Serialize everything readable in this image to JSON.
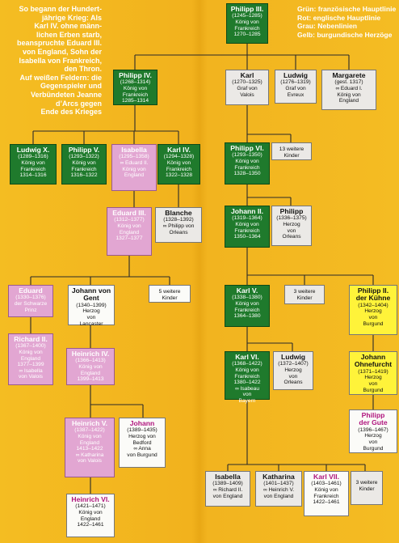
{
  "intro": {
    "lines": [
      "So begann der Hundert-",
      "jährige Krieg: Als",
      "Karl IV. ohne männ-",
      "lichen Erben starb,",
      "beanspruchte Eduard III.",
      "von England, Sohn der",
      "Isabella von Frankreich,",
      "den Thron.",
      "Auf weißen Feldern: die",
      "Gegenspieler und",
      "Verbündeten Jeanne",
      "d’Arcs gegen",
      "Ende des Krieges"
    ]
  },
  "legend": {
    "green": "Grün: französische Hauptlinie",
    "red": "Rot: englische Hauptlinie",
    "gray": "Grau: Nebenlinien",
    "yellow": "Gelb: burgundische Herzöge"
  },
  "people": {
    "philipp3": {
      "name": "Philipp III.",
      "detail": "(1245–1285)\nKönig von\nFrankreich\n1270–1285"
    },
    "karl_valois": {
      "name": "Karl",
      "detail": "(1270–1325)\nGraf von\nValois"
    },
    "ludwig_evreux": {
      "name": "Ludwig",
      "detail": "(1276–1319)\nGraf von\nEvreux"
    },
    "margarete": {
      "name": "Margarete",
      "detail": "(gest. 1317)\n∞ Eduard I.\nKönig von\nEngland"
    },
    "philipp4": {
      "name": "Philipp IV.",
      "detail": "(1268–1314)\nKönig von\nFrankreich\n1285–1314"
    },
    "ludwig10": {
      "name": "Ludwig X.",
      "detail": "(1289–1316)\nKönig von\nFrankreich\n1314–1316"
    },
    "philipp5": {
      "name": "Philipp V.",
      "detail": "(1293–1322)\nKönig von\nFrankreich\n1316–1322"
    },
    "isabella_f": {
      "name": "Isabella",
      "detail": "(1295–1358)\n∞ Eduard II.\nKönig von\nEngland"
    },
    "karl4": {
      "name": "Karl IV.",
      "detail": "(1294–1328)\nKönig von\nFrankreich\n1322–1328"
    },
    "eduard3": {
      "name": "Eduard III.",
      "detail": "(1312–1377)\nKönig von\nEngland\n1327–1377"
    },
    "blanche": {
      "name": "Blanche",
      "detail": "(1328–1392)\n∞ Philipp von\nOrleans"
    },
    "eduard_prinz": {
      "name": "Eduard",
      "detail": "(1330–1376)\nder Schwarze\nPrinz"
    },
    "johann_gent": {
      "name": "Johann von\nGent",
      "detail": "(1340–1399)\nHerzog\nvon\nLancaster"
    },
    "kinder5": {
      "name": "",
      "detail": "5 weitere\nKinder"
    },
    "richard2": {
      "name": "Richard II.",
      "detail": "(1367–1400)\nKönig von\nEngland\n1377–1399\n∞ Isabella\nvon Valois"
    },
    "heinrich4": {
      "name": "Heinrich IV.",
      "detail": "(1366–1413)\nKönig von\nEngland\n1399–1413"
    },
    "heinrich5": {
      "name": "Heinrich V.",
      "detail": "(1387–1422)\nKönig von\nEngland\n1413–1422\n∞ Katharina\nvon Valois"
    },
    "johann_bedford": {
      "name": "Johann",
      "detail": "(1389–1435)\nHerzog von\nBedford\n∞ Anna\nvon Burgund"
    },
    "heinrich6": {
      "name": "Heinrich VI.",
      "detail": "(1421–1471)\nKönig von\nEngland\n1422–1461"
    },
    "philipp6": {
      "name": "Philipp VI.",
      "detail": "(1293–1350)\nKönig von\nFrankreich\n1328–1350"
    },
    "kinder13": {
      "name": "",
      "detail": "13 weitere\nKinder"
    },
    "johann2": {
      "name": "Johann II.",
      "detail": "(1319–1364)\nKönig von\nFrankreich\n1350–1364"
    },
    "philipp_orleans": {
      "name": "Philipp",
      "detail": "(1336–1375)\nHerzog\nvon\nOrleans"
    },
    "karl5": {
      "name": "Karl V.",
      "detail": "(1338–1380)\nKönig von\nFrankreich\n1364–1380"
    },
    "kinder3": {
      "name": "",
      "detail": "3 weitere\nKinder"
    },
    "philipp2_kuehne": {
      "name": "Philipp II.\nder Kühne",
      "detail": "(1342–1404)\nHerzog\nvon\nBurgund"
    },
    "karl6": {
      "name": "Karl VI.",
      "detail": "(1368–1422)\nKönig von\nFrankreich\n1380–1422\n∞ Isabeau\nvon\nBayern"
    },
    "ludwig_orleans": {
      "name": "Ludwig",
      "detail": "(1372–1407)\nHerzog\nvon\nOrleans"
    },
    "johann_ohnefurcht": {
      "name": "Johann\nOhnefurcht",
      "detail": "(1371–1419)\nHerzog\nvon\nBurgund"
    },
    "philipp_gute": {
      "name": "Philipp\nder Gute",
      "detail": "(1396–1467)\nHerzog\nvon\nBurgund"
    },
    "isabella_v": {
      "name": "Isabella",
      "detail": "(1389–1409)\n∞ Richard II.\nvon England"
    },
    "katharina": {
      "name": "Katharina",
      "detail": "(1401–1437)\n∞ Heinrich V.\nvon England"
    },
    "karl7": {
      "name": "Karl VII.",
      "detail": "(1403–1461)\nKönig von\nFrankreich\n1422–1461"
    },
    "kinder3b": {
      "name": "",
      "detail": "3 weitere\nKinder"
    }
  }
}
